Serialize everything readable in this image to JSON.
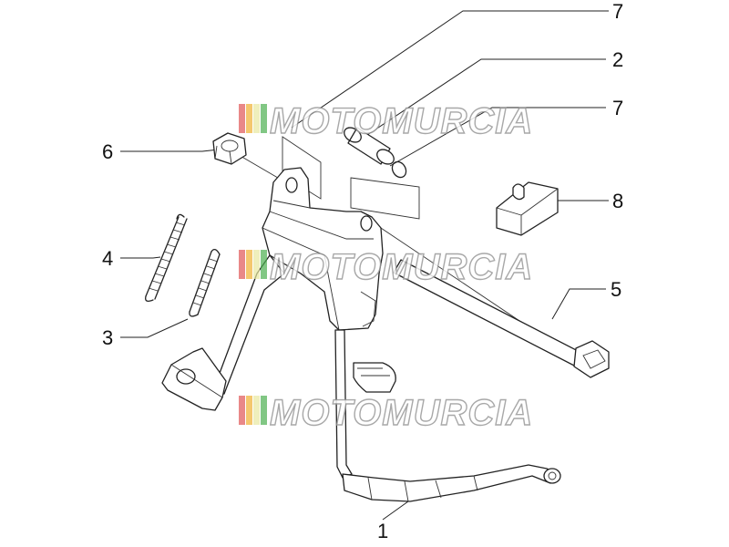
{
  "diagram": {
    "callouts": [
      {
        "id": "c7a",
        "label": "7"
      },
      {
        "id": "c2",
        "label": "2"
      },
      {
        "id": "c7b",
        "label": "7"
      },
      {
        "id": "c6",
        "label": "6"
      },
      {
        "id": "c8",
        "label": "8"
      },
      {
        "id": "c4",
        "label": "4"
      },
      {
        "id": "c5",
        "label": "5"
      },
      {
        "id": "c3",
        "label": "3"
      },
      {
        "id": "c1",
        "label": "1"
      }
    ]
  },
  "watermark": {
    "text": "MOTOMURCIA",
    "stripe_colors": [
      "#e05555",
      "#f0b030",
      "#e8e8a0",
      "#4caf50"
    ]
  }
}
